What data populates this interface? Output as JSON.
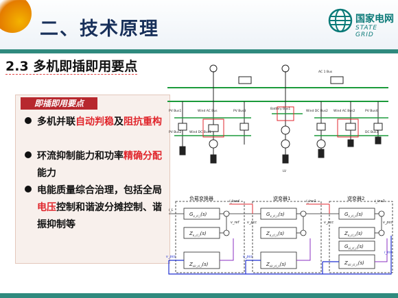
{
  "header": {
    "title": "二、技术原理",
    "brand_cn": "国家电网",
    "brand_en": "STATE GRID",
    "logo_icon": "state-grid-globe-icon",
    "accent_color": "#e47b00",
    "brand_color": "#0b7a78"
  },
  "section": {
    "title": "2.3 多机即插即用要点"
  },
  "card": {
    "heading": "即插即用要点",
    "bullets": [
      {
        "parts": [
          {
            "t": "多机并联",
            "red": false
          },
          {
            "t": "自动判稳",
            "red": true
          },
          {
            "t": "及",
            "red": false
          },
          {
            "t": "阻抗重构",
            "red": true
          }
        ]
      },
      {
        "parts": [
          {
            "t": "环流抑制能力和功率",
            "red": false
          },
          {
            "t": "精确分配",
            "red": true
          },
          {
            "t": "能力",
            "red": false
          }
        ]
      },
      {
        "parts": [
          {
            "t": "电能质量综合治理，包括全局",
            "red": false
          },
          {
            "t": "电压",
            "red": true
          },
          {
            "t": "控制和谐波分摊控制、谐振抑制等",
            "red": false
          }
        ]
      }
    ]
  },
  "grid_diagram": {
    "bus_labels": [
      "PV Bus1",
      "Wind AC Bus",
      "Battery Bus1",
      "PV Bus3",
      "Wind DC Bus2",
      "Wind AC Bus2",
      "PV Bus4",
      "PV Bus2",
      "Wind DC Bus1",
      "AC 1 Bus",
      "DC Bus3"
    ],
    "caption": "LV"
  },
  "control_diagram": {
    "blocks": [
      {
        "title": "负载变换器",
        "g": "G",
        "g_sub": "v_cl_l",
        "z": "Z",
        "z_sub": "o_cl_l",
        "inv": "Z",
        "inv_sub": "vir_cl_l"
      },
      {
        "title": "逆变器1",
        "g": "G",
        "g_sub": "v_cl_n",
        "z": "Z",
        "z_sub": "o_cl_n",
        "inv": "Z",
        "inv_sub": "vir_cl_n"
      },
      {
        "title": "逆变器2",
        "g": "G",
        "g_sub": "v_cl_n",
        "z": "Z",
        "z_sub": "o_cl_n",
        "inv": "Z",
        "inv_sub": "vir_cl_n"
      }
    ],
    "gvi_label": "G",
    "gvi_sub": "vi_cl_n",
    "arg": "(s)",
    "signal_labels": [
      "i_L",
      "i_load",
      "v_ref",
      "v_pcc",
      "i_inv1",
      "v_pcc",
      "i_inv2",
      "v_pcc"
    ],
    "feedback_labels": [
      "v_pcc",
      "v_pcc",
      "i_inv"
    ]
  }
}
